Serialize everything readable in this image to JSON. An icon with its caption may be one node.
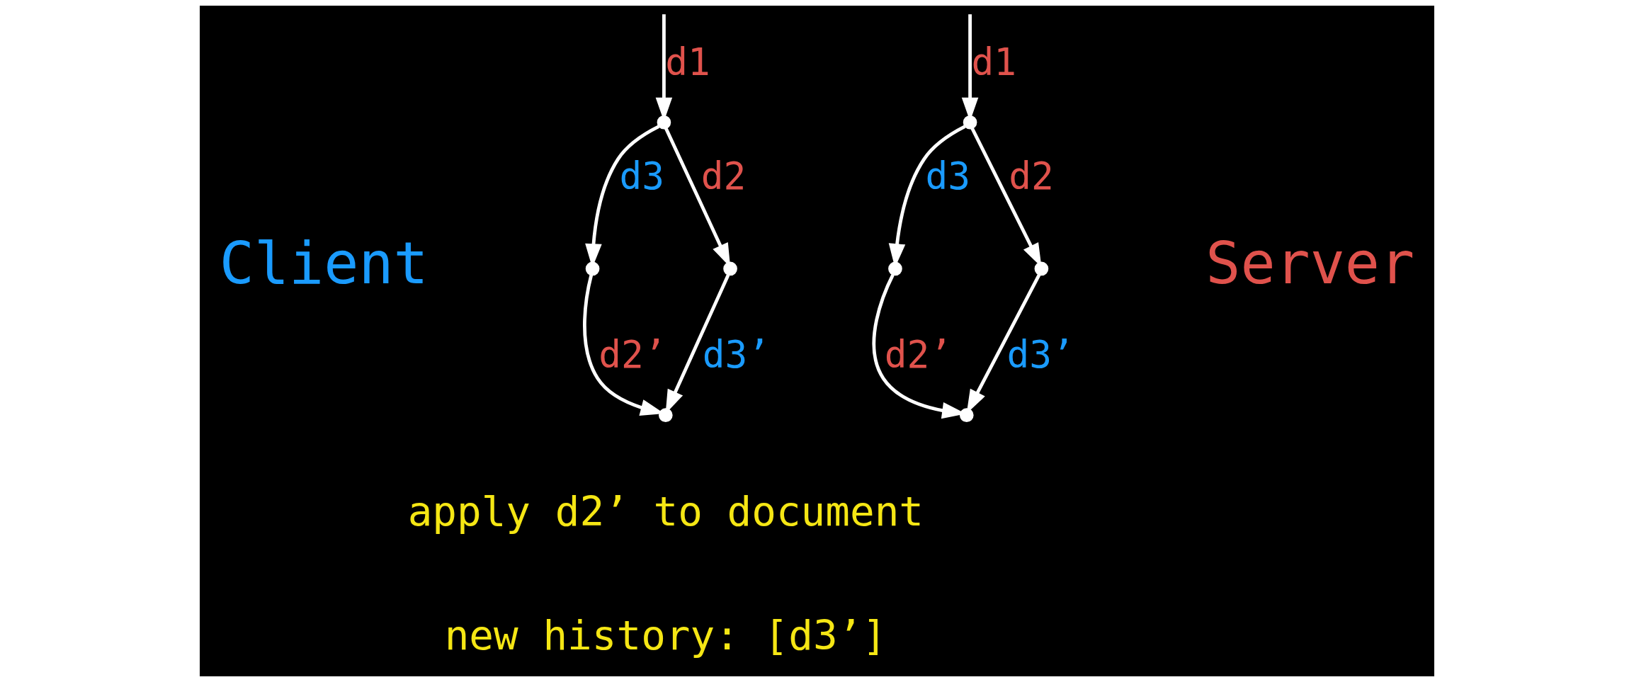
{
  "diagram": {
    "nodes": [
      {
        "text": [],
        "shape": "point"
      },
      {
        "text": [],
        "shape": "point"
      },
      {
        "text": [],
        "shape": "point"
      },
      {
        "text": [],
        "shape": "point"
      },
      {
        "text": [],
        "shape": "point"
      },
      {
        "text": [],
        "shape": "point"
      },
      {
        "text": [],
        "shape": "point"
      },
      {
        "text": [],
        "shape": "point"
      }
    ],
    "edges": [
      {
        "from": null,
        "to": 0,
        "arrow": "to",
        "label": "d1"
      },
      {
        "from": 0,
        "to": 1,
        "arrow": "to",
        "label": "d3"
      },
      {
        "from": 0,
        "to": 2,
        "arrow": "to",
        "label": "d2"
      },
      {
        "from": 1,
        "to": 3,
        "arrow": "to",
        "label": "d2’"
      },
      {
        "from": 2,
        "to": 3,
        "arrow": "to",
        "label": "d3’"
      },
      {
        "from": null,
        "to": 4,
        "arrow": "to",
        "label": "d1"
      },
      {
        "from": 4,
        "to": 5,
        "arrow": "to",
        "label": "d3"
      },
      {
        "from": 4,
        "to": 6,
        "arrow": "to",
        "label": "d2"
      },
      {
        "from": 5,
        "to": 7,
        "arrow": "to",
        "label": "d2’"
      },
      {
        "from": 6,
        "to": 7,
        "arrow": "to",
        "label": "d3’"
      }
    ],
    "labels": [
      "Client",
      "Server",
      "apply d2’ to document",
      "new history: [d3’]"
    ]
  }
}
